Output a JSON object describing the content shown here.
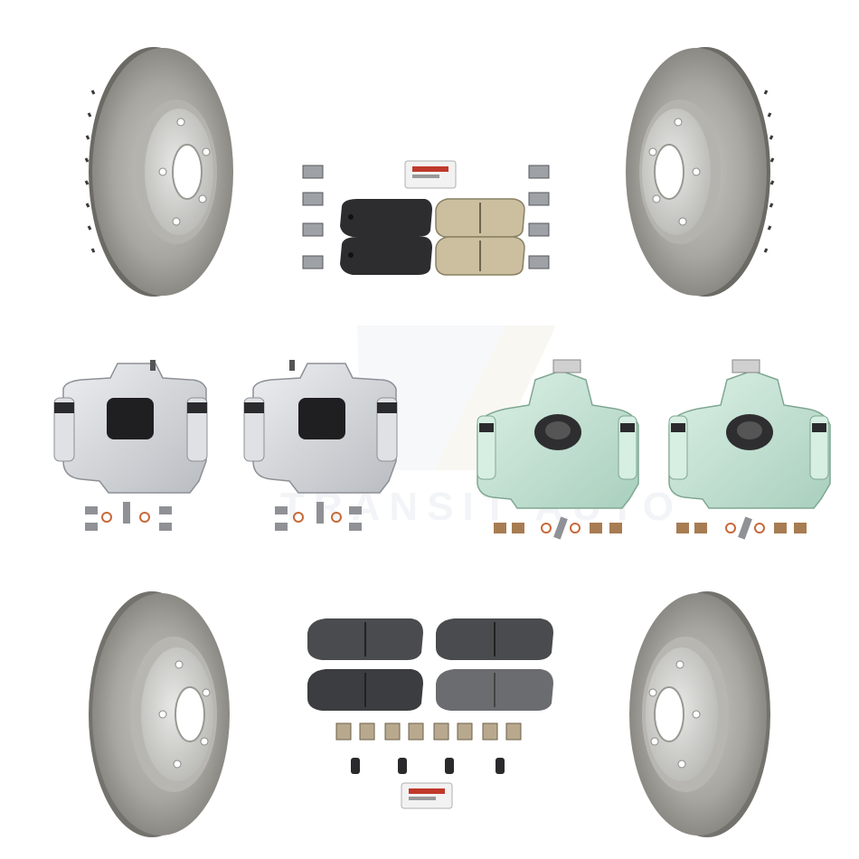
{
  "watermark": {
    "text": "TRANSIT AUTO"
  },
  "items": [
    {
      "name": "front-left-brake-rotor"
    },
    {
      "name": "front-right-brake-rotor"
    },
    {
      "name": "ceramic-rear-brake-pads-and-hardware"
    },
    {
      "name": "front-left-brake-caliper"
    },
    {
      "name": "front-right-brake-caliper"
    },
    {
      "name": "rear-left-brake-caliper"
    },
    {
      "name": "rear-right-brake-caliper"
    },
    {
      "name": "rear-left-brake-rotor"
    },
    {
      "name": "rear-right-brake-rotor"
    },
    {
      "name": "semi-metallic-front-brake-pads-and-hardware"
    }
  ],
  "colors": {
    "rotor_metal": "#9a9890",
    "caliper_silver": "#d7d9dc",
    "caliper_green": "#c8e8d8",
    "pad_black": "#2d2d2f",
    "pad_ceramic": "#cbbf9f",
    "pad_gray": "#5a5b5e"
  }
}
